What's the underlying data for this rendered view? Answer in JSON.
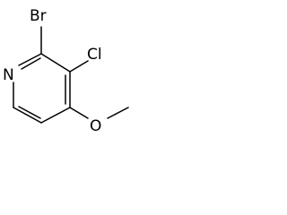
{
  "molecule": {
    "atoms": {
      "bromine": "Br",
      "chlorine": "Cl",
      "nitrogen": "N",
      "oxygen": "O"
    },
    "colors": {
      "bond": "#000000",
      "label": "#000000",
      "background": "#ffffff"
    }
  }
}
